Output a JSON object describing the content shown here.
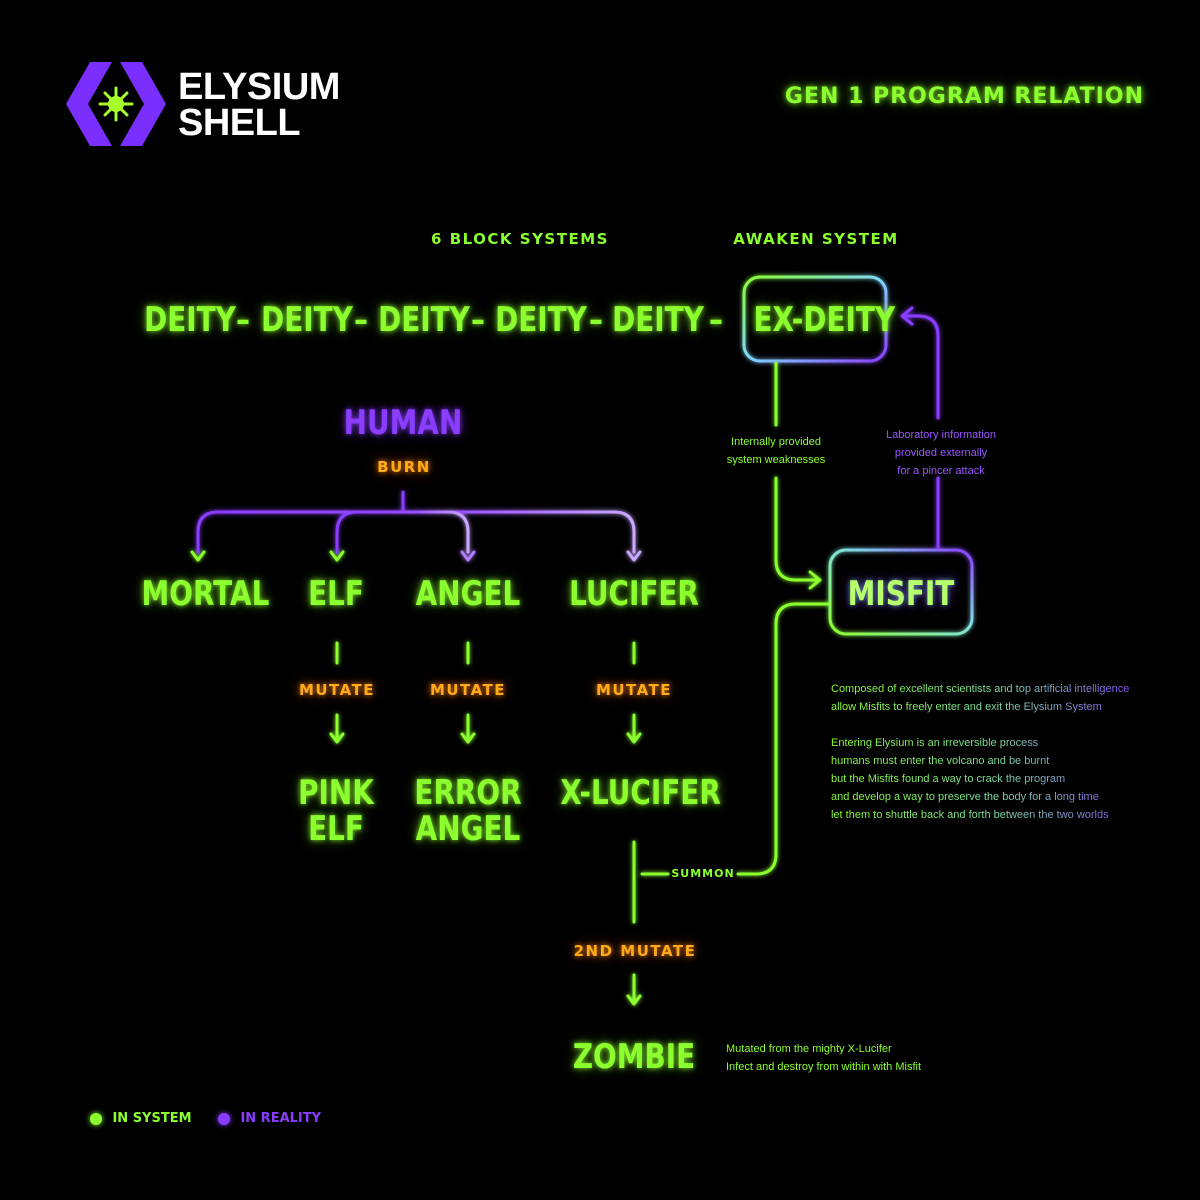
{
  "brand": {
    "line1": "ELYSIUM",
    "line2": "SHELL"
  },
  "title": "GEN 1 PROGRAM RELATION",
  "section_labels": {
    "block_systems": "6 BLOCK SYSTEMS",
    "awaken_system": "AWAKEN SYSTEM"
  },
  "deity_chain": {
    "items": [
      "DEITY",
      "DEITY",
      "DEITY",
      "DEITY",
      "DEITY"
    ],
    "separator": "–",
    "ex_deity": "EX-DEITY"
  },
  "human": {
    "label": "HUMAN",
    "action": "BURN"
  },
  "branches": [
    {
      "name": "MORTAL"
    },
    {
      "name": "ELF",
      "action": "MUTATE",
      "result_line1": "PINK",
      "result_line2": "ELF"
    },
    {
      "name": "ANGEL",
      "action": "MUTATE",
      "result_line1": "ERROR",
      "result_line2": "ANGEL"
    },
    {
      "name": "LUCIFER",
      "action": "MUTATE",
      "result_line1": "X-LUCIFER"
    }
  ],
  "misfit": {
    "label": "MISFIT"
  },
  "summon": "SUMMON",
  "second_mutate": "2ND MUTATE",
  "zombie": "ZOMBIE",
  "notes": {
    "internal": [
      "Internally provided",
      "system weaknesses"
    ],
    "lab": [
      "Laboratory information",
      "provided externally",
      "for a pincer attack"
    ],
    "misfit_desc": [
      "Composed of excellent scientists and top artificial intelligence",
      "allow Misfits to freely enter and exit the Elysium System",
      "",
      "Entering Elysium is an irreversible process",
      "humans must enter the volcano and be burnt",
      "but the Misfits found a way to crack the program",
      "and develop a way to preserve the body for a long time",
      "let  them to shuttle back and forth between the two worlds"
    ],
    "zombie_desc": [
      "Mutated from the mighty X-Lucifer",
      "Infect and destroy from within with Misfit"
    ]
  },
  "legend": [
    {
      "label": "IN SYSTEM",
      "color": "#8cff2e"
    },
    {
      "label": "IN REALITY",
      "color": "#8a3cff"
    }
  ],
  "colors": {
    "green": "#8cff2e",
    "purple": "#8a3cff",
    "orange": "#ffaa1a",
    "background": "#000000"
  }
}
